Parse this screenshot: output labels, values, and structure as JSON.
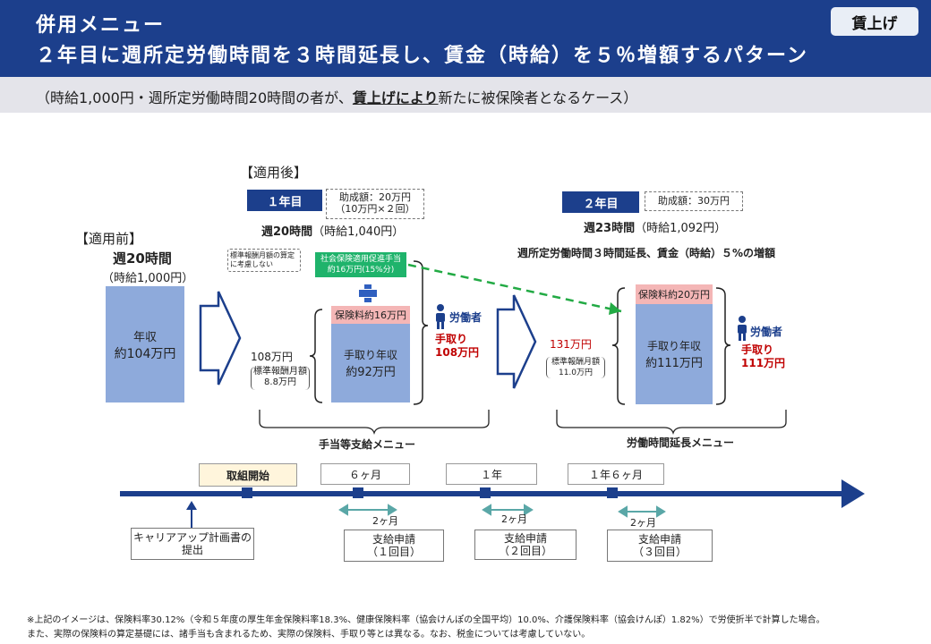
{
  "header": {
    "title_line1": "併用メニュー",
    "title_line2": "２年目に週所定労働時間を３時間延長し、賃金（時給）を５％増額するパターン",
    "badge": "賃上げ"
  },
  "subtitle": {
    "prefix": "（時給1,000円・週所定労働時間20時間の者が、",
    "emphasis": "賃上げにより",
    "suffix": "新たに被保険者となるケース）"
  },
  "before": {
    "heading": "【適用前】",
    "hours": "週20時間",
    "wage": "（時給1,000円）",
    "income_label": "年収",
    "income_value": "約104万円"
  },
  "after": {
    "heading": "【適用後】",
    "year1": {
      "label": "１年目",
      "subsidy_line1": "助成額：20万円",
      "subsidy_line2": "（10万円×２回）",
      "hours": "週20時間",
      "wage": "（時給1,040円）",
      "note": "標準報酬月額の算定に考慮しない",
      "allowance_line1": "社会保険適用促進手当",
      "allowance_line2": "約16万円(15%分)",
      "premium": "保険料約16万円",
      "takehome_label": "手取り年収",
      "takehome_value": "約92万円",
      "total": "108万円",
      "std_label": "標準報酬月額",
      "std_value": "8.8万円",
      "worker": "労働者",
      "worker_take_label": "手取り",
      "worker_take_value": "108万円",
      "menu": "手当等支給メニュー"
    },
    "year2": {
      "label": "２年目",
      "subsidy": "助成額：30万円",
      "hours": "週23時間",
      "wage": "（時給1,092円）",
      "change": "週所定労働時間３時間延長、賃金（時給）５%の増額",
      "premium": "保険料約20万円",
      "takehome_label": "手取り年収",
      "takehome_value": "約111万円",
      "total": "131万円",
      "std_label": "標準報酬月額",
      "std_value": "11.0万円",
      "worker": "労働者",
      "worker_take_label": "手取り",
      "worker_take_value": "111万円",
      "menu": "労働時間延長メニュー"
    }
  },
  "timeline": {
    "milestones": [
      "取組開始",
      "６ヶ月",
      "１年",
      "１年６ヶ月"
    ],
    "start_box_line1": "キャリアアップ計画書の",
    "start_box_line2": "提出",
    "period": "2ヶ月",
    "apply_label": "支給申請",
    "apply_rounds": [
      "（１回目）",
      "（２回目）",
      "（３回目）"
    ]
  },
  "footnote": {
    "line1": "※上記のイメージは、保険料率30.12%（令和５年度の厚生年金保険料率18.3%、健康保険料率（協会けんぽの全国平均）10.0%、介護保険料率（協会けんぽ）1.82%）で労使折半で計算した場合。",
    "line2": "また、実際の保険料の算定基礎には、諸手当も含まれるため、実際の保険料、手取り等とは異なる。なお、税金については考慮していない。"
  },
  "colors": {
    "navy": "#1c3f8c",
    "bar_blue": "#8eaadb",
    "premium_pink": "#f4b6b6",
    "allowance_green": "#1fb36b",
    "arrow_green": "#22aa44",
    "accent_red": "#c00000",
    "teal": "#5aa7a7"
  }
}
